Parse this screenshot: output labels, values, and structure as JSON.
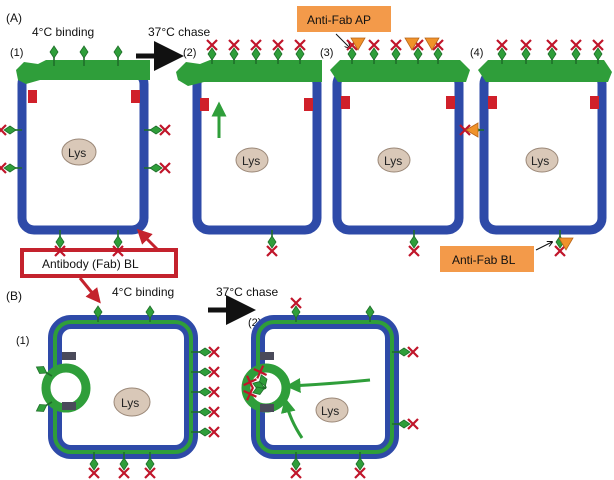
{
  "panels": {
    "a_label": "(A)",
    "b_label": "(B)"
  },
  "steps": {
    "binding_4c": "4°C binding",
    "chase_37c": "37°C chase",
    "a1": "(1)",
    "a2": "(2)",
    "a3": "(3)",
    "a4": "(4)",
    "b1": "(1)",
    "b2": "(2)"
  },
  "compartment": "Lys",
  "callouts": {
    "anti_fab_ap": "Anti-Fab AP",
    "anti_fab_bl": "Anti-Fab BL",
    "antibody_fab_bl": "Antibody (Fab) BL"
  },
  "colors": {
    "basolateral_membrane": "#2e4aa8",
    "apical_membrane": "#2f9e3a",
    "tight_junction": "#d0202a",
    "antibody": "#c0152a",
    "anti_fab": "#f0922a",
    "callout_orange": "#f39a4a",
    "callout_red_border": "#c4222d",
    "arrow_black": "#111111",
    "arrow_green": "#2f9e3a",
    "lysosome": "#d9c8b8"
  },
  "icons": {
    "receptor": "receptor-icon",
    "antibody": "antibody-icon",
    "anti_fab": "anti-fab-icon",
    "lysosome": "lysosome-icon",
    "tight_junction": "tight-junction-icon"
  }
}
